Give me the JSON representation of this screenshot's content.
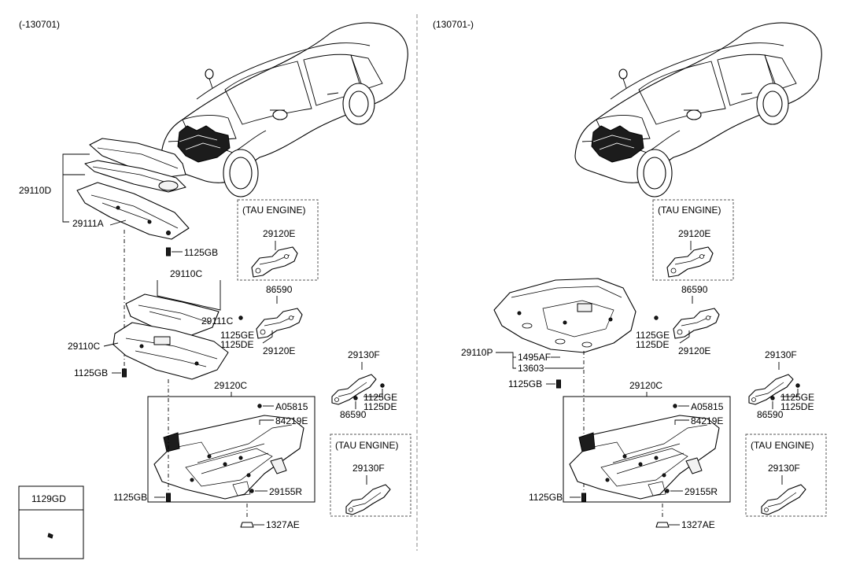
{
  "left_panel": {
    "version": "(-130701)",
    "labels": {
      "l29110D": "29110D",
      "l29111A": "29111A",
      "l1125GB_a": "1125GB",
      "l29110C_top": "29110C",
      "l29111C": "29111C",
      "l29110C_side": "29110C",
      "l1125GE": "1125GE",
      "l1125DE": "1125DE",
      "l1125GB_b": "1125GB",
      "l86590": "86590",
      "l29120E_b": "29120E",
      "l29130F": "29130F",
      "l1125GE_b": "1125GE",
      "l1125DE_b": "1125DE",
      "l86590_b": "86590",
      "l29120C": "29120C",
      "lA05815": "A05815",
      "l84219E": "84219E",
      "l1125GB_c": "1125GB",
      "l29155R": "29155R",
      "l1327AE": "1327AE"
    },
    "tau_box_top": {
      "title": "(TAU ENGINE)",
      "part": "29120E"
    },
    "tau_box_bottom": {
      "title": "(TAU ENGINE)",
      "part": "29130F"
    },
    "legend": {
      "part": "1129GD"
    }
  },
  "right_panel": {
    "version": "(130701-)",
    "labels": {
      "l29110P": "29110P",
      "l1495AF": "1495AF",
      "l13603": "13603",
      "l1125GB_a": "1125GB",
      "l86590": "86590",
      "l1125GE": "1125GE",
      "l1125DE": "1125DE",
      "l29120E_b": "29120E",
      "l29130F": "29130F",
      "l1125GE_b": "1125GE",
      "l1125DE_b": "1125DE",
      "l86590_b": "86590",
      "l29120C": "29120C",
      "lA05815": "A05815",
      "l84219E": "84219E",
      "l1125GB_c": "1125GB",
      "l29155R": "29155R",
      "l1327AE": "1327AE"
    },
    "tau_box_top": {
      "title": "(TAU ENGINE)",
      "part": "29120E"
    },
    "tau_box_bottom": {
      "title": "(TAU ENGINE)",
      "part": "29130F"
    }
  }
}
